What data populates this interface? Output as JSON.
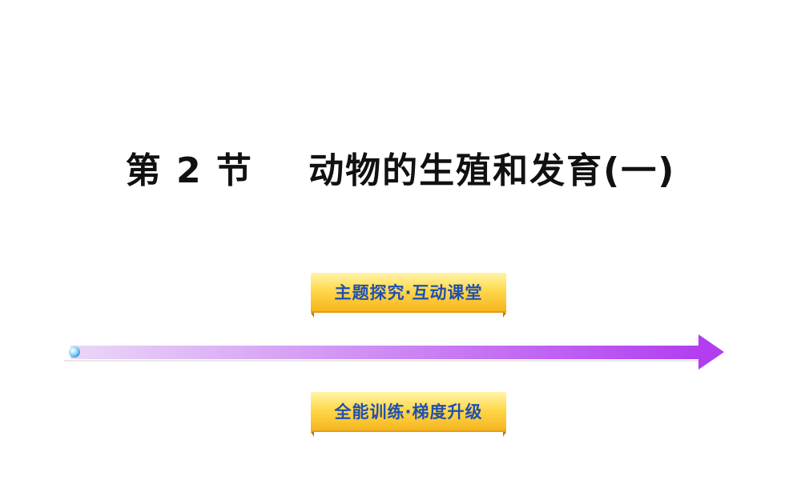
{
  "slide": {
    "title": "第 2 节    动物的生殖和发育(一)"
  },
  "buttons": {
    "explore_label": "主题探究·互动课堂",
    "training_label": "全能训练·梯度升级"
  },
  "colors": {
    "arrow_start": "#ead7f7",
    "arrow_end": "#b23ef0",
    "button_top": "#fff4a8",
    "button_bottom": "#f5b21c",
    "button_text": "#1f4fb0",
    "bullet": "#5fc1ef"
  },
  "icons": {
    "timeline_start": "blue-sphere-bullet",
    "timeline_end": "arrowhead"
  }
}
